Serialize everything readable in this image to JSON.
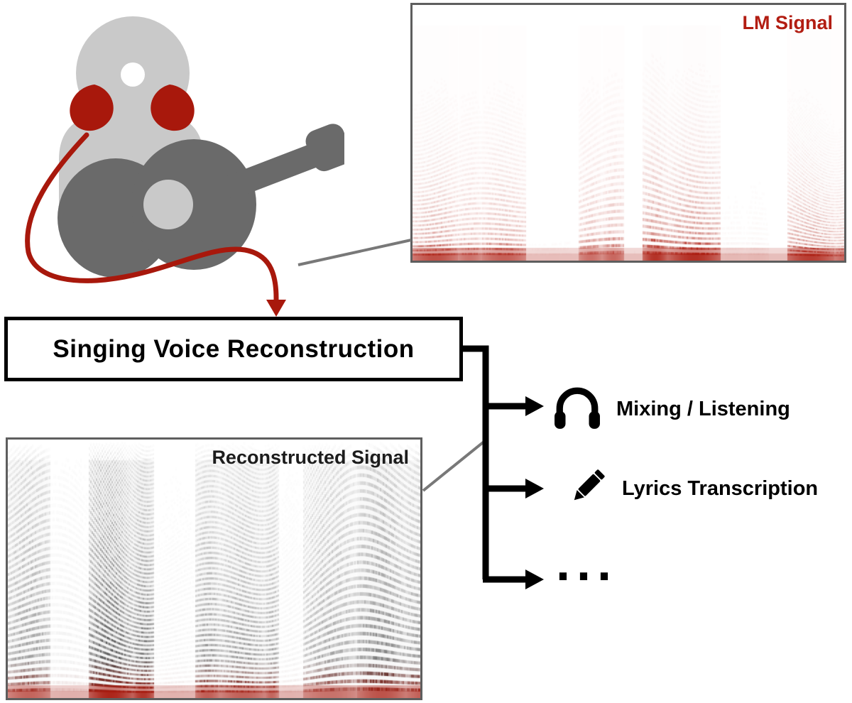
{
  "figure": {
    "title": "Singing voice reconstruction overview diagram",
    "process_box": {
      "label": "Singing Voice Reconstruction"
    },
    "lm_panel": {
      "label": "LM Signal"
    },
    "recon_panel": {
      "label": "Reconstructed Signal"
    },
    "outputs": {
      "mixing": {
        "icon": "headphones-icon",
        "label": "Mixing / Listening"
      },
      "lyrics": {
        "icon": "pencil-icon",
        "label": "Lyrics Transcription"
      },
      "more": {
        "icon": "ellipsis",
        "label": "..."
      }
    },
    "icons": {
      "singer": "singer-with-guitar-and-throat-mic-illustration",
      "cable": "red-cable-arrow"
    }
  },
  "colors": {
    "accent_red": "#b21d12",
    "cable_red": "#a8180c",
    "black": "#000000",
    "callout_gray": "#787878",
    "panel_border_gray": "#5e5e5e",
    "figure_light_gray": "#c9c9c9",
    "figure_dark_gray": "#6a6a6a"
  },
  "spectrograms": {
    "lm": {
      "seed": 20,
      "f0": 7.2,
      "decay": 0.15,
      "gap_prob": 0.35,
      "haze": 0.012,
      "band_alpha": 0.5,
      "emph": 2.0,
      "floor_mix": 0.05,
      "red_start": 0.0,
      "all_red": true,
      "floor_alpha": 0.8,
      "gray": [
        200,
        60,
        45
      ],
      "red": [
        172,
        28,
        16
      ]
    },
    "recon": {
      "seed": 5,
      "f0": 8.2,
      "decay": 0.07,
      "gap_prob": 0.2,
      "haze": 0.05,
      "band_alpha": 0.75,
      "emph": 1.2,
      "floor_mix": 0.5,
      "red_start": 0.84,
      "all_red": false,
      "floor_alpha": 0.85,
      "gray": [
        48,
        48,
        48
      ],
      "red": [
        168,
        26,
        14
      ]
    }
  }
}
